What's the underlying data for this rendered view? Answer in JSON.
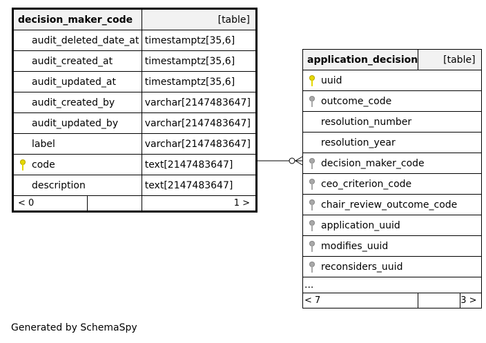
{
  "tables": [
    {
      "name": "decision_maker_code",
      "kind": "[table]",
      "columns": [
        {
          "name": "audit_deleted_date_at",
          "type": "timestamptz[35,6]",
          "key": ""
        },
        {
          "name": "audit_created_at",
          "type": "timestamptz[35,6]",
          "key": ""
        },
        {
          "name": "audit_updated_at",
          "type": "timestamptz[35,6]",
          "key": ""
        },
        {
          "name": "audit_created_by",
          "type": "varchar[2147483647]",
          "key": ""
        },
        {
          "name": "audit_updated_by",
          "type": "varchar[2147483647]",
          "key": ""
        },
        {
          "name": "label",
          "type": "varchar[2147483647]",
          "key": ""
        },
        {
          "name": "code",
          "type": "text[2147483647]",
          "key": "primary-key"
        },
        {
          "name": "description",
          "type": "text[2147483647]",
          "key": ""
        }
      ],
      "footer": {
        "left": "< 0",
        "middle": "",
        "right": "1 >"
      }
    },
    {
      "name": "application_decision",
      "kind": "[table]",
      "columns": [
        {
          "name": "uuid",
          "key": "primary-key"
        },
        {
          "name": "outcome_code",
          "key": "foreign-key"
        },
        {
          "name": "resolution_number",
          "key": ""
        },
        {
          "name": "resolution_year",
          "key": ""
        },
        {
          "name": "decision_maker_code",
          "key": "foreign-key"
        },
        {
          "name": "ceo_criterion_code",
          "key": "foreign-key"
        },
        {
          "name": "chair_review_outcome_code",
          "key": "foreign-key"
        },
        {
          "name": "application_uuid",
          "key": "foreign-key"
        },
        {
          "name": "modifies_uuid",
          "key": "foreign-key"
        },
        {
          "name": "reconsiders_uuid",
          "key": "foreign-key"
        }
      ],
      "more": "...",
      "footer": {
        "left": "< 7",
        "middle": "",
        "right": "3 >"
      }
    }
  ],
  "relationship": {
    "from": "decision_maker_code.code",
    "to": "application_decision.decision_maker_code",
    "cardinality": "one-to-many"
  },
  "footer_text": "Generated by SchemaSpy",
  "colors": {
    "primary_key": "#e5d800",
    "foreign_key": "#a8a8a8",
    "header_bg": "#f2f2f2"
  }
}
